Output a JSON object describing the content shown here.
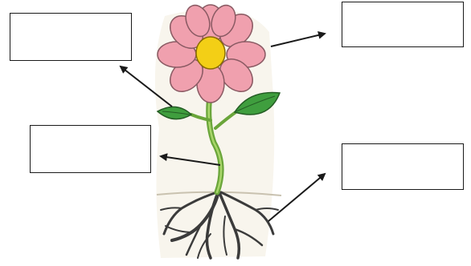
{
  "label_boxes": [
    {
      "id": "box-top-left",
      "points_to": "leaf",
      "value": ""
    },
    {
      "id": "box-mid-left",
      "points_to": "stem",
      "value": ""
    },
    {
      "id": "box-top-right",
      "points_to": "flower",
      "value": ""
    },
    {
      "id": "box-bot-right",
      "points_to": "roots",
      "value": ""
    }
  ],
  "colors": {
    "petal": "#f0a0ae",
    "petal_outline": "#8a5a63",
    "flower_center": "#f3cf16",
    "leaf": "#3f9e3e",
    "stem": "#7cb341",
    "roots": "#3b3b3b",
    "ground_shadow": "#f2ede0",
    "arrow": "#1a1a1a",
    "box_border": "#1a1a1a"
  }
}
